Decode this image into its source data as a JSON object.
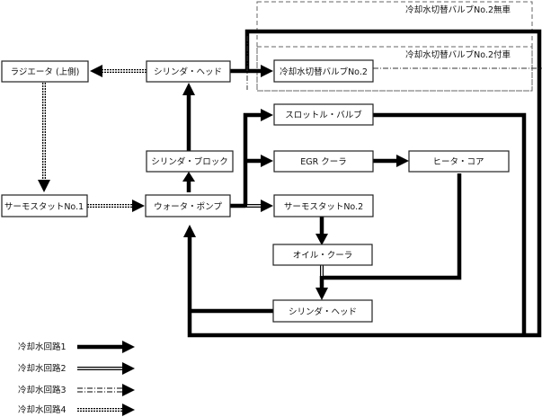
{
  "diagram": {
    "zones": {
      "without_valve": "冷却水切替バルブNo.2無車",
      "with_valve": "冷却水切替バルブNo.2付車"
    },
    "nodes": {
      "radiator_upper": "ラジエータ (上側)",
      "cylinder_head_top": "シリンダ・ヘッド",
      "coolant_switch_valve": "冷却水切替バルブNo.2",
      "throttle_valve": "スロットル・バルブ",
      "cylinder_block": "シリンダ・ブロック",
      "egr_cooler": "EGR クーラ",
      "heater_core": "ヒータ・コア",
      "thermostat_1": "サーモスタットNo.1",
      "water_pump": "ウォータ・ポンプ",
      "thermostat_2": "サーモスタットNo.2",
      "oil_cooler": "オイル・クーラ",
      "cylinder_head_bottom": "シリンダ・ヘッド"
    },
    "legend": [
      {
        "label": "冷却水回路1",
        "style": "solid-thick"
      },
      {
        "label": "冷却水回路2",
        "style": "double-line"
      },
      {
        "label": "冷却水回路3",
        "style": "dash-dot"
      },
      {
        "label": "冷却水回路4",
        "style": "double-dashed"
      }
    ]
  }
}
